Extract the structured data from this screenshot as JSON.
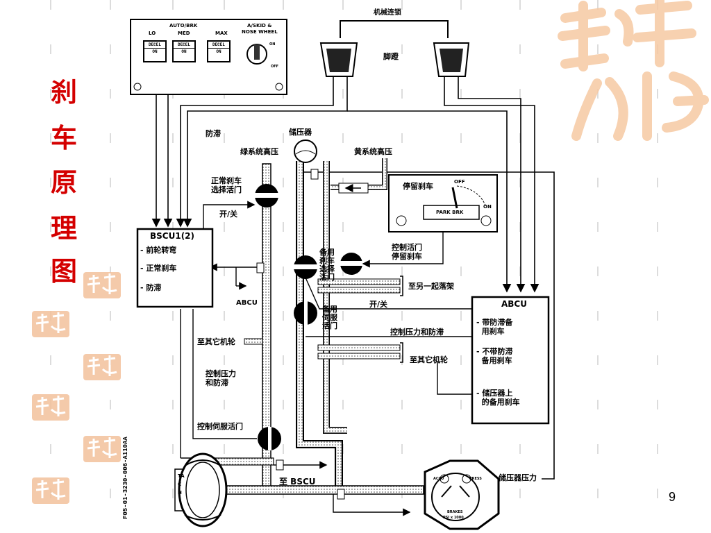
{
  "slide": {
    "title_chars": [
      "刹",
      "车",
      "原",
      "理",
      "图"
    ],
    "page_number": "9",
    "title_color": "#d40000"
  },
  "diagram": {
    "autobrk_panel": {
      "header": "AUTO/BRK",
      "lo": "LO",
      "med": "MED",
      "max": "MAX",
      "decel": "DECEL",
      "on": "ON",
      "askid_line1": "A/SKID &",
      "askid_line2": "NOSE WHEEL",
      "switch_on": "ON",
      "switch_off": "OFF"
    },
    "mech_link": "机械连锁",
    "pedals": "脚蹬",
    "antiskid_top": "防滞",
    "accumulator": "储压器",
    "green_hp": "绿系统高压",
    "yellow_hp": "黄系统高压",
    "normal_select_valve": [
      "正常刹车",
      "选择活门"
    ],
    "on_off_1": "开/关",
    "parking": {
      "title": "停留刹车",
      "off": "OFF",
      "on": "ON",
      "park_brk": "PARK BRK"
    },
    "bscu": {
      "title": "BSCU1(2)",
      "items": [
        "前轮转弯",
        "正常刹车",
        "防滞"
      ]
    },
    "abcu_small": "ABCU",
    "control_valve_park": [
      "控制活门",
      "停留刹车"
    ],
    "alt_select_valve": [
      "备用",
      "刹车",
      "选择",
      "活门"
    ],
    "other_gear": "至另一起落架",
    "on_off_2": "开/关",
    "alt_servo_valve": [
      "备用",
      "伺服",
      "活门"
    ],
    "ctrl_pressure_antiskid_h": "控制压力和防滞",
    "to_other_wheels_right": "至其它机轮",
    "to_other_wheels_left": "至其它机轮",
    "ctrl_pressure_antiskid_v": [
      "控制压力",
      "和防滞"
    ],
    "servo_valve": "控制伺服活门",
    "to_bscu": "至 BSCU",
    "accum_pressure": "储压器压力",
    "abcu": {
      "title": "ABCU",
      "items": [
        [
          "带防滞备",
          "用刹车"
        ],
        [
          "不带防滞",
          "备用刹车"
        ],
        [
          "储压器上",
          "的备用刹车"
        ]
      ]
    },
    "tach": "TACH",
    "figure_code": "F05-01-3230-006-A110AA",
    "gauge": {
      "accu": "ACCU",
      "press": "PRESS",
      "brakes": "BRAKES",
      "psi": "PSI x 1000"
    }
  }
}
